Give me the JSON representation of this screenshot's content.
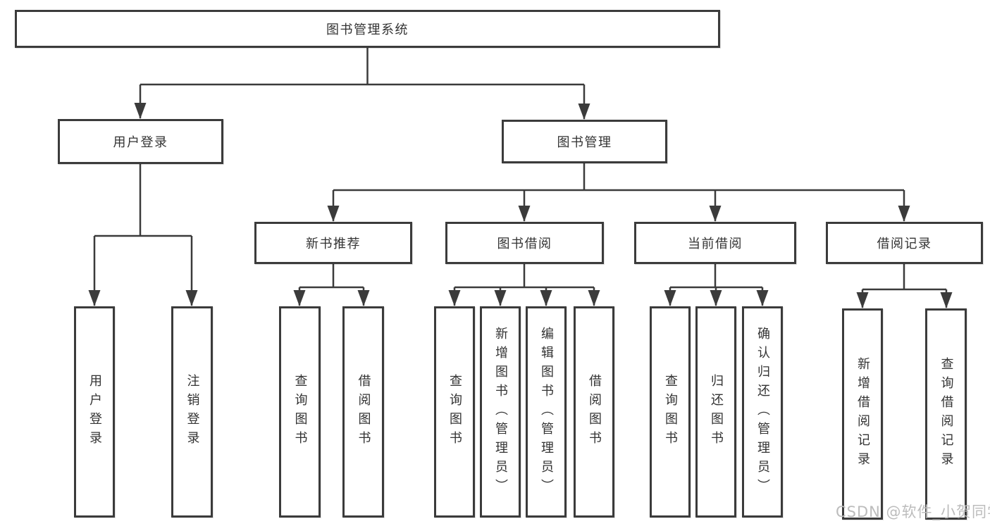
{
  "diagram": {
    "root": {
      "label": "图书管理系统"
    },
    "level2": [
      {
        "id": "user-login",
        "label": "用户登录",
        "parent": "图书管理系统"
      },
      {
        "id": "book-management",
        "label": "图书管理",
        "parent": "图书管理系统"
      }
    ],
    "level3": [
      {
        "id": "new-book-recommend",
        "label": "新书推荐",
        "parent": "图书管理"
      },
      {
        "id": "book-borrow",
        "label": "图书借阅",
        "parent": "图书管理"
      },
      {
        "id": "current-borrow",
        "label": "当前借阅",
        "parent": "图书管理"
      },
      {
        "id": "borrow-record",
        "label": "借阅记录",
        "parent": "图书管理"
      }
    ],
    "leaves": [
      {
        "label": "用户登录",
        "parent": "用户登录"
      },
      {
        "label": "注销登录",
        "parent": "用户登录"
      },
      {
        "label": "查询图书",
        "parent": "新书推荐"
      },
      {
        "label": "借阅图书",
        "parent": "新书推荐"
      },
      {
        "label": "查询图书",
        "parent": "图书借阅"
      },
      {
        "label": "新增图书（管理员）",
        "parent": "图书借阅"
      },
      {
        "label": "编辑图书（管理员）",
        "parent": "图书借阅"
      },
      {
        "label": "借阅图书",
        "parent": "图书借阅"
      },
      {
        "label": "查询图书",
        "parent": "当前借阅"
      },
      {
        "label": "归还图书",
        "parent": "当前借阅"
      },
      {
        "label": "确认归还（管理员）",
        "parent": "当前借阅"
      },
      {
        "label": "新增借阅记录",
        "parent": "借阅记录"
      },
      {
        "label": "查询借阅记录",
        "parent": "借阅记录"
      }
    ],
    "watermark": "CSDN @软件_小贺同学",
    "colors": {
      "line": "#3b3b3b",
      "box_border": "#3b3b3b",
      "text": "#333333",
      "watermark": "#bcbcbc",
      "background": "#ffffff"
    }
  }
}
